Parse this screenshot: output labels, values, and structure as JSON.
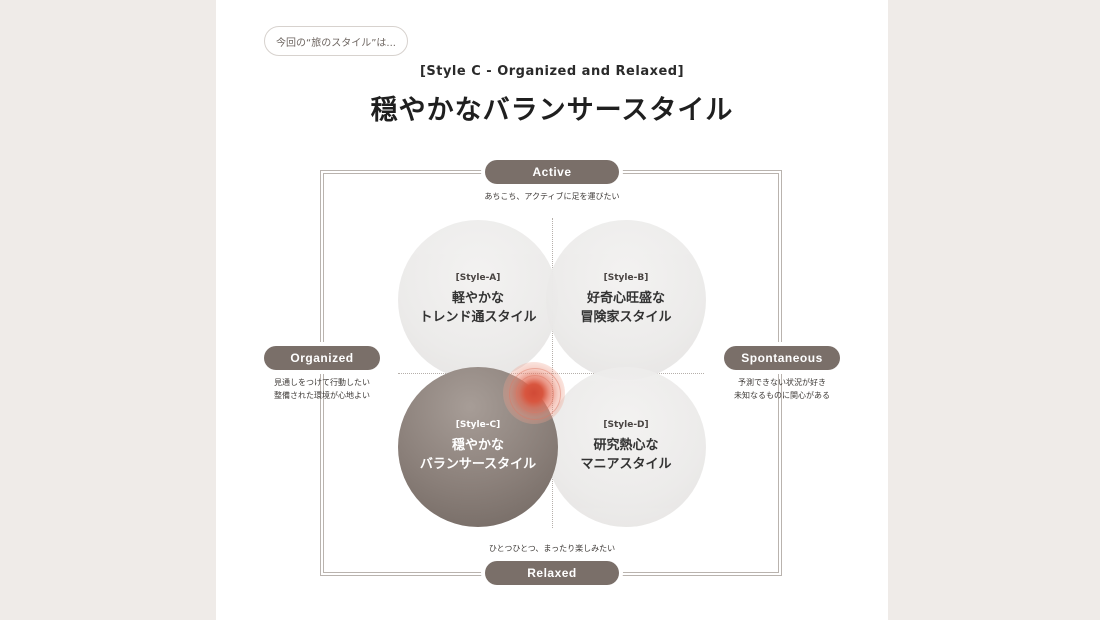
{
  "intro": "今回の“旅のスタイル”は...",
  "result": {
    "style_code": "[Style C - Organized and Relaxed]",
    "title": "穏やかなバランサースタイル"
  },
  "axes": {
    "top": {
      "label": "Active",
      "desc": [
        "あちこち、アクティブに足を運びたい"
      ]
    },
    "bottom": {
      "label": "Relaxed",
      "desc": [
        "ひとつひとつ、まったり楽しみたい"
      ]
    },
    "left": {
      "label": "Organized",
      "desc": [
        "見通しをつけて行動したい",
        "整備された環境が心地よい"
      ]
    },
    "right": {
      "label": "Spontaneous",
      "desc": [
        "予測できない状況が好き",
        "未知なるものに関心がある"
      ]
    }
  },
  "quadrants": [
    {
      "code": "[Style-A]",
      "name": [
        "軽やかな",
        "トレンド通スタイル"
      ]
    },
    {
      "code": "[Style-B]",
      "name": [
        "好奇心旺盛な",
        "冒険家スタイル"
      ]
    },
    {
      "code": "[Style-C]",
      "name": [
        "穏やかな",
        "バランサースタイル"
      ]
    },
    {
      "code": "[Style-D]",
      "name": [
        "研究熱心な",
        "マニアスタイル"
      ]
    }
  ],
  "colors": {
    "pill": "#7a6f69",
    "highlight": "#8a7f79",
    "marker": "#d14a36",
    "page_bg": "#efebe8"
  },
  "highlighted_quadrant": "[Style-C]"
}
